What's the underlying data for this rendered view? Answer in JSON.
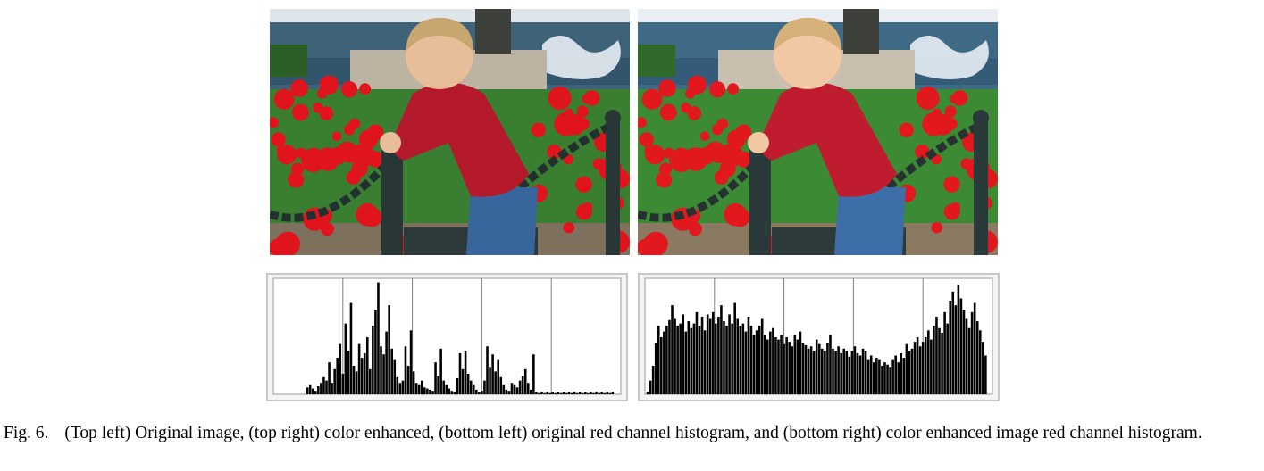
{
  "figure": {
    "label": "Fig. 6.",
    "caption": "(Top left) Original image, (top right) color enhanced, (bottom left) original red channel histogram, and (bottom right) color enhanced image red channel histogram."
  },
  "panels": {
    "top_left": {
      "enhanced": false
    },
    "top_right": {
      "enhanced": true
    }
  },
  "colors": {
    "frame": "#c8c8c8",
    "bars": "#000000",
    "gridline": "#808080"
  },
  "chart_data": [
    {
      "type": "bar",
      "x_range": [
        0,
        255
      ],
      "grid": true,
      "grid_x": [
        51,
        102,
        153,
        204
      ],
      "x": [
        25,
        27,
        29,
        31,
        33,
        35,
        37,
        39,
        41,
        43,
        45,
        47,
        49,
        51,
        53,
        55,
        57,
        59,
        61,
        63,
        65,
        67,
        69,
        71,
        73,
        75,
        77,
        79,
        81,
        83,
        85,
        87,
        89,
        91,
        93,
        95,
        97,
        99,
        101,
        103,
        105,
        107,
        109,
        111,
        113,
        115,
        117,
        119,
        121,
        123,
        125,
        127,
        129,
        131,
        133,
        135,
        137,
        139,
        141,
        143,
        145,
        147,
        149,
        151,
        153,
        155,
        157,
        159,
        161,
        163,
        165,
        167,
        169,
        171,
        173,
        175,
        177,
        179,
        181,
        183,
        185,
        187,
        189,
        191,
        193,
        195,
        197,
        199,
        201,
        203,
        205,
        207,
        209,
        211,
        213,
        215,
        217,
        219,
        221,
        223,
        225,
        227,
        229,
        231,
        233,
        235,
        237,
        239,
        241,
        243,
        245,
        247,
        249
      ],
      "values": [
        0.06,
        0.08,
        0.05,
        0.03,
        0.07,
        0.1,
        0.15,
        0.12,
        0.28,
        0.1,
        0.22,
        0.32,
        0.44,
        0.18,
        0.62,
        0.38,
        0.8,
        0.25,
        0.2,
        0.44,
        0.32,
        0.36,
        0.5,
        0.22,
        0.6,
        0.74,
        0.98,
        0.42,
        0.35,
        0.55,
        0.78,
        0.4,
        0.3,
        0.15,
        0.1,
        0.12,
        0.42,
        0.25,
        0.56,
        0.2,
        0.1,
        0.08,
        0.12,
        0.06,
        0.05,
        0.04,
        0.03,
        0.28,
        0.16,
        0.4,
        0.12,
        0.08,
        0.05,
        0.03,
        0.02,
        0.14,
        0.36,
        0.22,
        0.38,
        0.18,
        0.12,
        0.08,
        0.04,
        0.02,
        0.03,
        0.12,
        0.42,
        0.24,
        0.35,
        0.2,
        0.3,
        0.15,
        0.08,
        0.04,
        0.03,
        0.1,
        0.08,
        0.06,
        0.12,
        0.16,
        0.22,
        0.1,
        0.04,
        0.35,
        0.02,
        0.01,
        0.02,
        0.01,
        0.02,
        0.01,
        0.02,
        0.01,
        0.02,
        0.01,
        0.02,
        0.01,
        0.02,
        0.01,
        0.02,
        0.01,
        0.02,
        0.01,
        0.02,
        0.01,
        0.02,
        0.01,
        0.02,
        0.01,
        0.02,
        0.01,
        0.02,
        0.01,
        0.02
      ]
    },
    {
      "type": "bar",
      "x_range": [
        0,
        255
      ],
      "grid": true,
      "grid_x": [
        51,
        102,
        153,
        204
      ],
      "x": [
        2,
        4,
        6,
        8,
        10,
        12,
        14,
        16,
        18,
        20,
        22,
        24,
        26,
        28,
        30,
        32,
        34,
        36,
        38,
        40,
        42,
        44,
        46,
        48,
        50,
        52,
        54,
        56,
        58,
        60,
        62,
        64,
        66,
        68,
        70,
        72,
        74,
        76,
        78,
        80,
        82,
        84,
        86,
        88,
        90,
        92,
        94,
        96,
        98,
        100,
        102,
        104,
        106,
        108,
        110,
        112,
        114,
        116,
        118,
        120,
        122,
        124,
        126,
        128,
        130,
        132,
        134,
        136,
        138,
        140,
        142,
        144,
        146,
        148,
        150,
        152,
        154,
        156,
        158,
        160,
        162,
        164,
        166,
        168,
        170,
        172,
        174,
        176,
        178,
        180,
        182,
        184,
        186,
        188,
        190,
        192,
        194,
        196,
        198,
        200,
        202,
        204,
        206,
        208,
        210,
        212,
        214,
        216,
        218,
        220,
        222,
        224,
        226,
        228,
        230,
        232,
        234,
        236,
        238,
        240,
        242,
        244,
        246,
        248,
        250
      ],
      "values": [
        0.02,
        0.12,
        0.25,
        0.45,
        0.6,
        0.5,
        0.55,
        0.6,
        0.65,
        0.78,
        0.66,
        0.6,
        0.62,
        0.7,
        0.55,
        0.64,
        0.58,
        0.62,
        0.72,
        0.6,
        0.68,
        0.56,
        0.7,
        0.66,
        0.72,
        0.62,
        0.68,
        0.78,
        0.64,
        0.6,
        0.7,
        0.62,
        0.8,
        0.66,
        0.6,
        0.62,
        0.55,
        0.68,
        0.6,
        0.52,
        0.56,
        0.6,
        0.66,
        0.52,
        0.48,
        0.55,
        0.58,
        0.5,
        0.48,
        0.52,
        0.44,
        0.5,
        0.46,
        0.42,
        0.52,
        0.48,
        0.55,
        0.45,
        0.43,
        0.4,
        0.42,
        0.38,
        0.48,
        0.44,
        0.4,
        0.38,
        0.45,
        0.52,
        0.4,
        0.38,
        0.42,
        0.36,
        0.4,
        0.38,
        0.33,
        0.38,
        0.42,
        0.36,
        0.34,
        0.4,
        0.38,
        0.3,
        0.34,
        0.28,
        0.32,
        0.3,
        0.25,
        0.28,
        0.26,
        0.24,
        0.3,
        0.34,
        0.28,
        0.36,
        0.32,
        0.44,
        0.38,
        0.4,
        0.46,
        0.5,
        0.42,
        0.46,
        0.5,
        0.56,
        0.48,
        0.6,
        0.68,
        0.58,
        0.54,
        0.72,
        0.62,
        0.82,
        0.9,
        0.78,
        0.96,
        0.84,
        0.74,
        0.66,
        0.58,
        0.72,
        0.8,
        0.64,
        0.56,
        0.46,
        0.34
      ]
    }
  ]
}
